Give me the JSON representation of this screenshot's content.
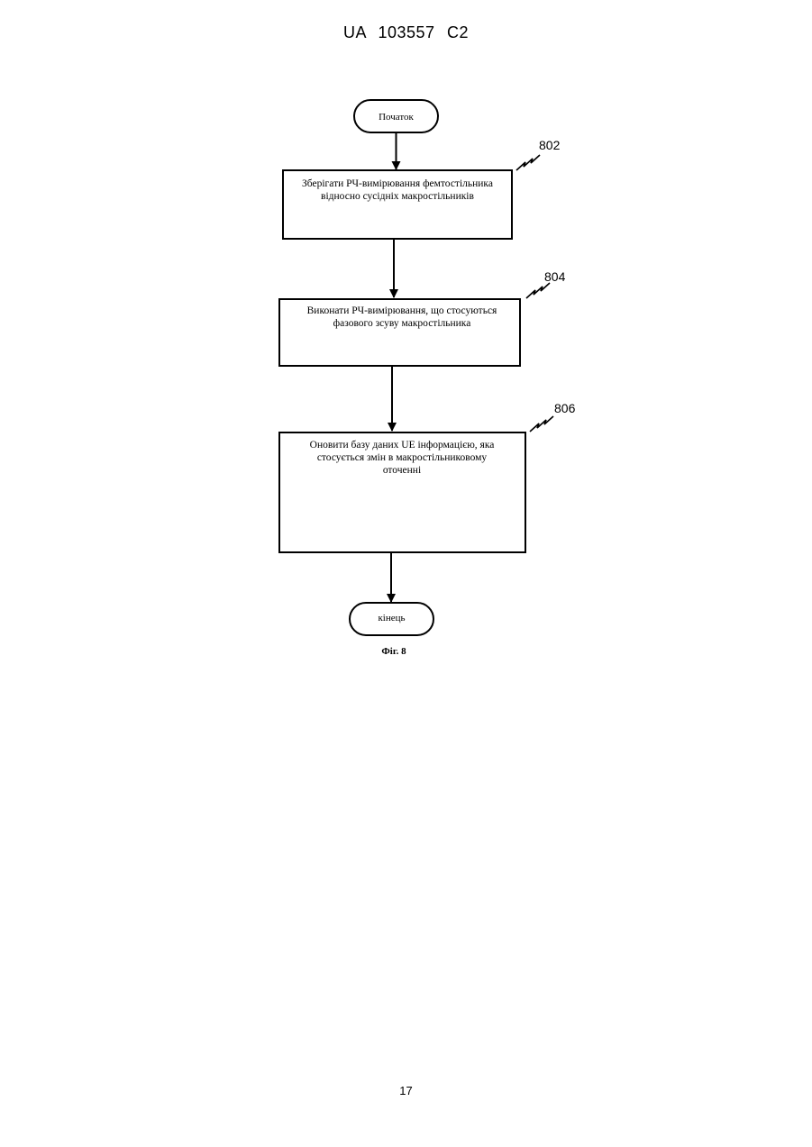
{
  "header": {
    "patent_number": "UA   103557   C2"
  },
  "flowchart": {
    "start_label": "Початок",
    "end_label": "кінець",
    "steps": [
      {
        "ref": "802",
        "lines": [
          "Зберігати РЧ-вимірювання фемтостільника",
          "відносно сусідніх макростільників"
        ]
      },
      {
        "ref": "804",
        "lines": [
          "Виконати РЧ-вимірювання, що стосуються",
          "фазового зсуву макростільника"
        ]
      },
      {
        "ref": "806",
        "lines": [
          "Оновити базу даних UE інформацією, яка",
          "стосується змін в макростільниковому",
          "оточенні"
        ]
      }
    ],
    "caption": "Фіг. 8"
  },
  "footer": {
    "page_number": "17"
  }
}
